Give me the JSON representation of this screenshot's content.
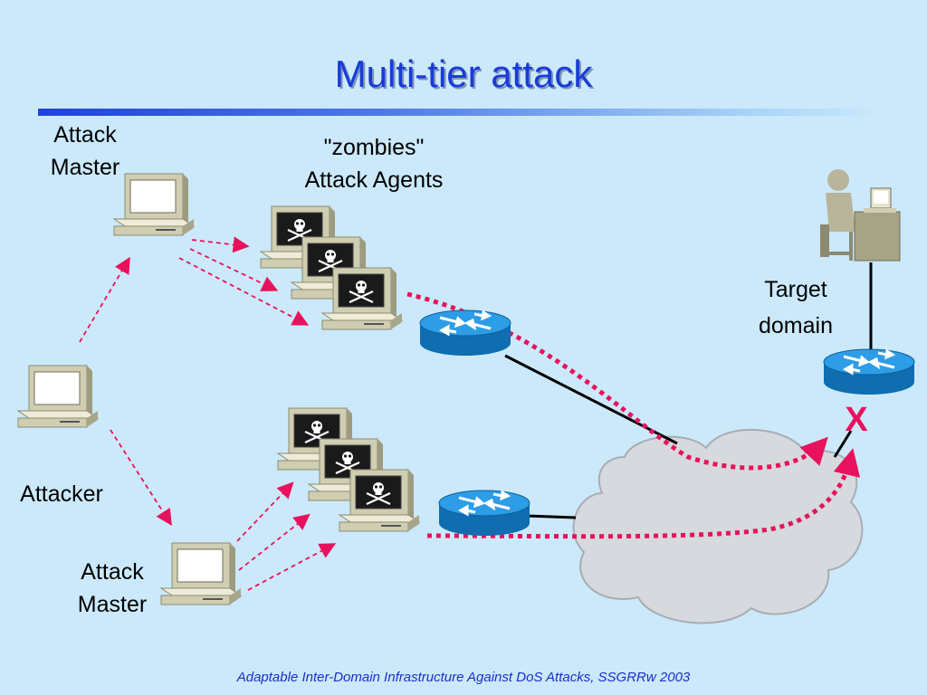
{
  "title": "Multi-tier attack",
  "labels": {
    "attack_master_top": [
      "Attack",
      "Master"
    ],
    "zombies": [
      "\"zombies\"",
      "Attack Agents"
    ],
    "attacker": "Attacker",
    "attack_master_bottom": [
      "Attack",
      "Master"
    ],
    "target": [
      "Target",
      "domain"
    ],
    "blocked_mark": "X"
  },
  "footer": "Adaptable Inter-Domain Infrastructure Against DoS Attacks, SSGRRw 2003",
  "colors": {
    "background": "#cbe9fb",
    "title": "#1a3bd8",
    "attack_arrow": "#e8125c",
    "footer": "#1a2fc8",
    "router": "#1a7fc8",
    "cloud": "#d6d9dd"
  },
  "icons": [
    "computer-icon",
    "skull-crossbones-icon",
    "router-icon",
    "cloud-icon",
    "user-at-desk-icon"
  ]
}
